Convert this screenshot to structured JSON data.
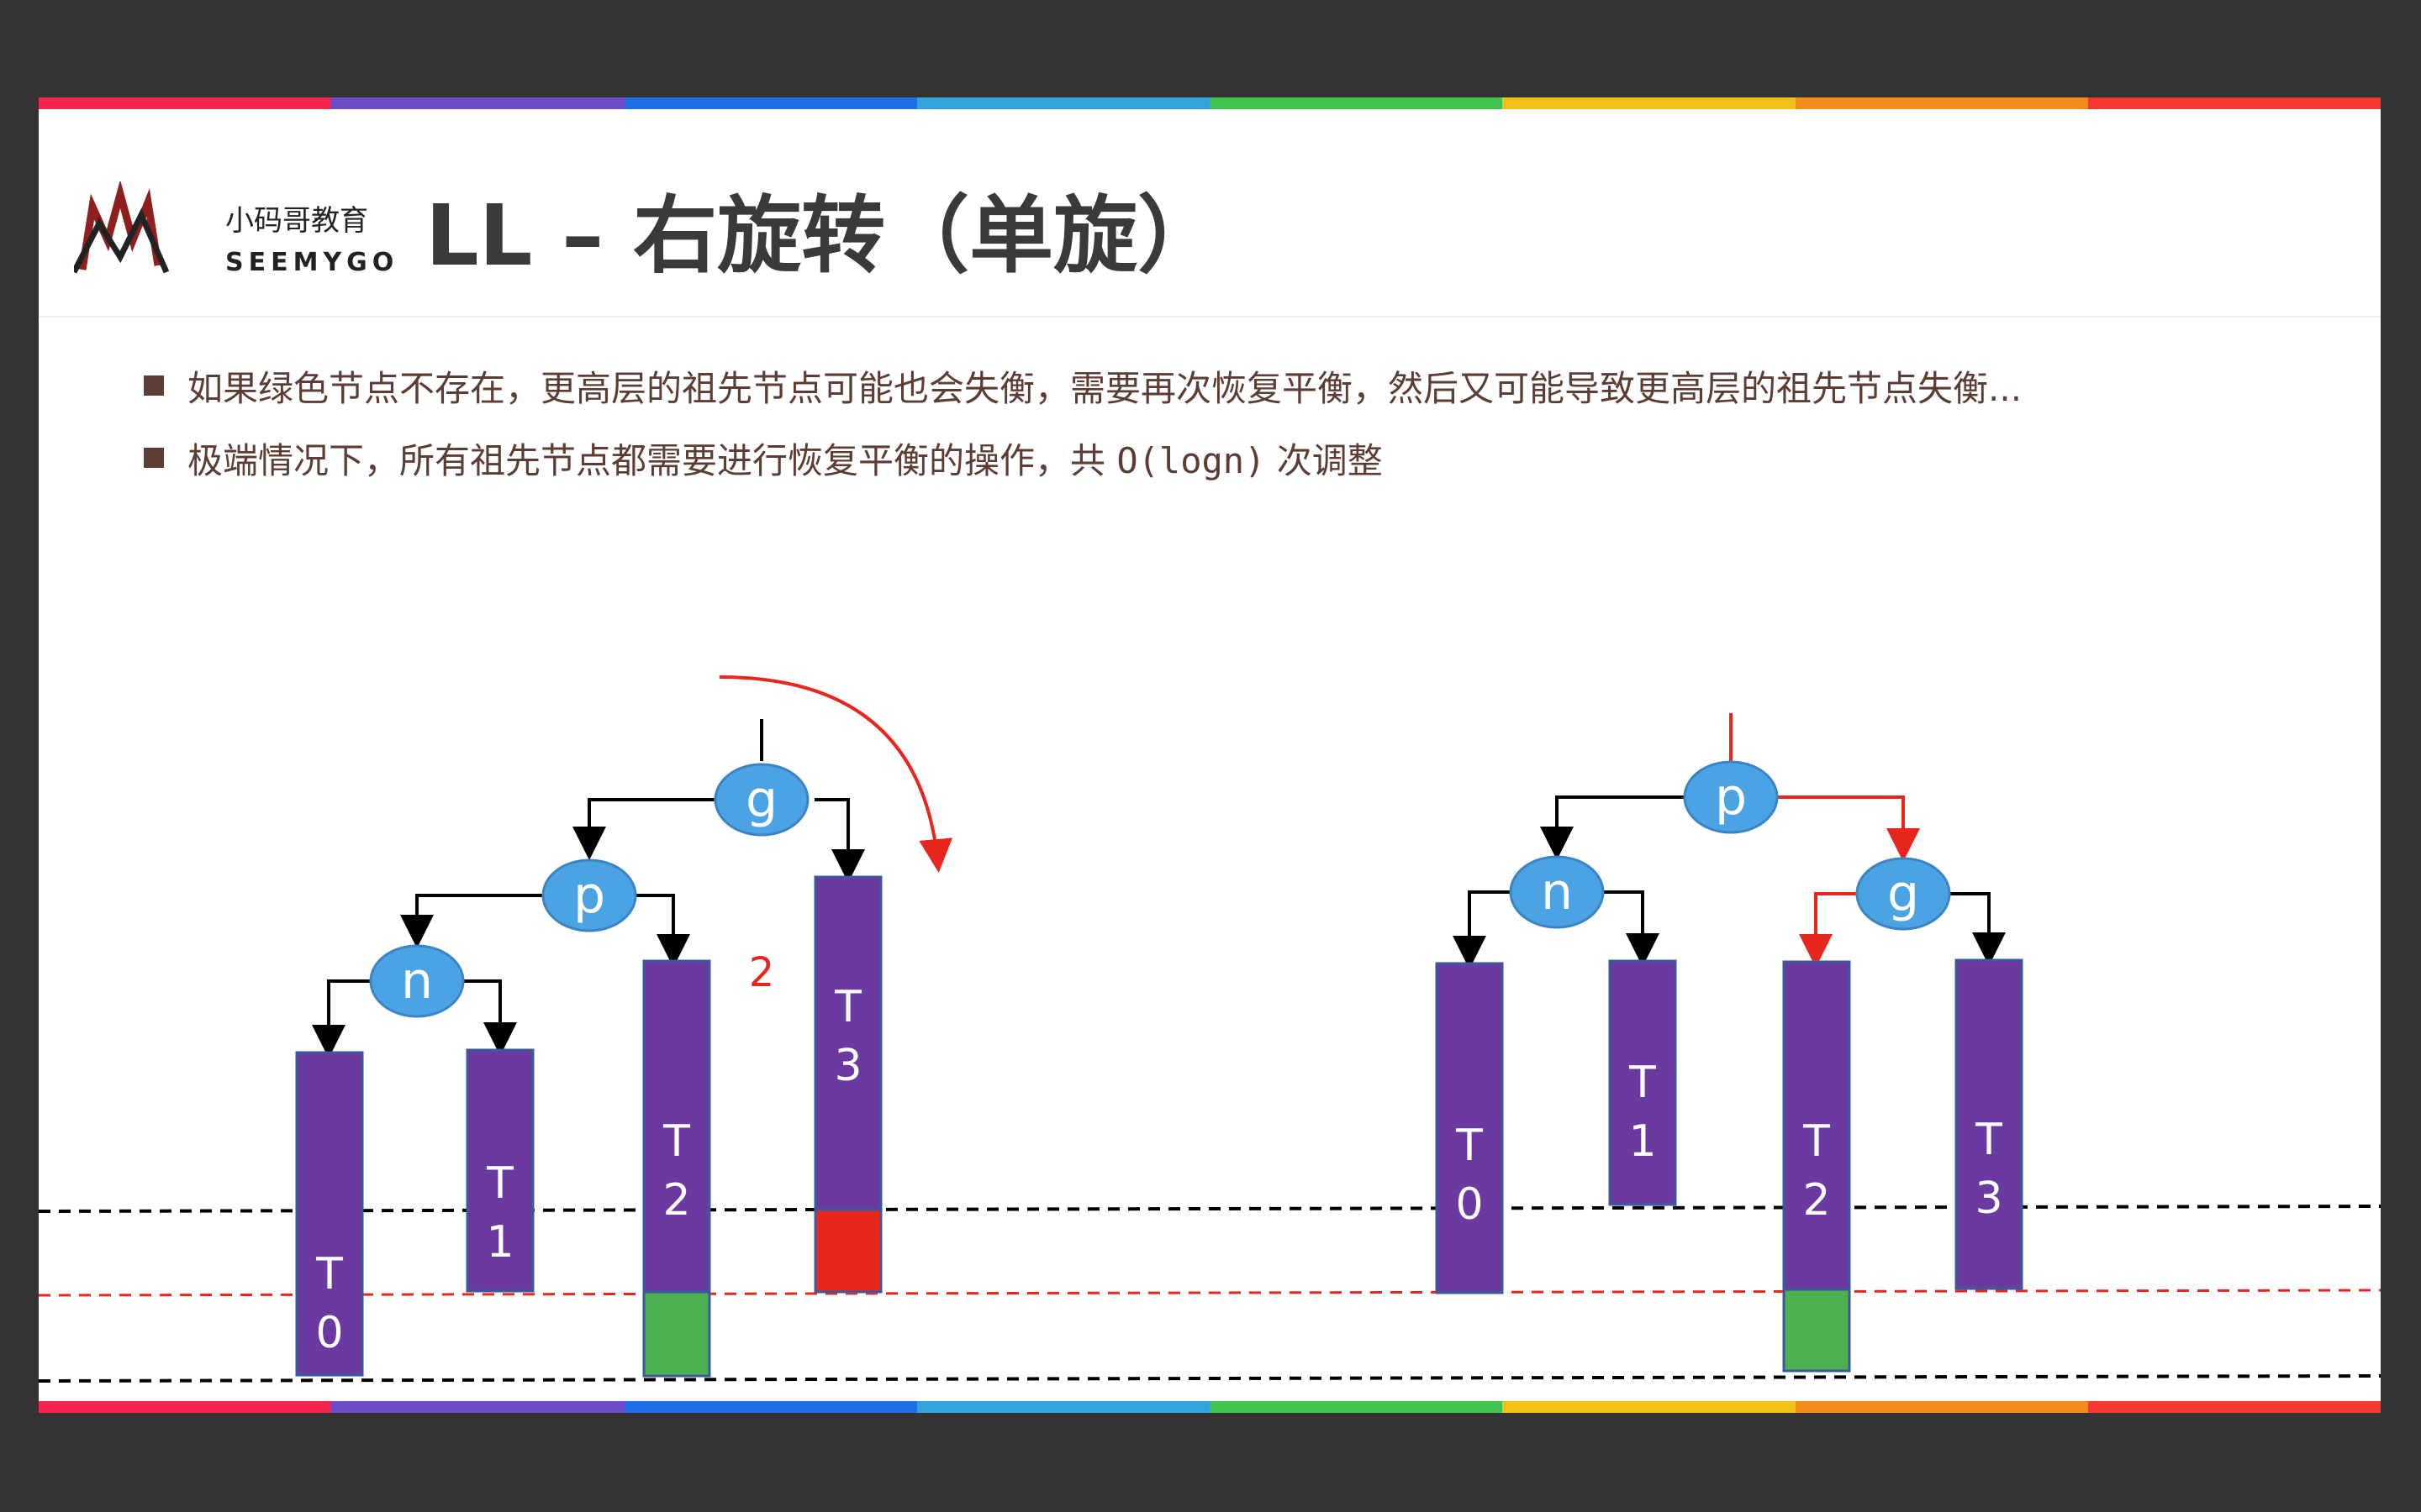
{
  "logo": {
    "cn_text": "小码哥教育",
    "en_text": "SEEMYGO"
  },
  "title": "LL – 右旋转（单旋）",
  "bullets": [
    {
      "text": "如果绿色节点不存在，更高层的祖先节点可能也会失衡，需要再次恢复平衡，然后又可能导致更高层的祖先节点失衡..."
    },
    {
      "text_before": "极端情况下，所有祖先节点都需要进行恢复平衡的操作，共 ",
      "code": "O(logn)",
      "text_after": " 次调整"
    }
  ],
  "diagram": {
    "left_tree": {
      "nodes": [
        "g",
        "p",
        "n"
      ],
      "subtrees": [
        "T0",
        "T1",
        "T2",
        "T3"
      ],
      "balance_factor": "2"
    },
    "right_tree": {
      "nodes": [
        "p",
        "n",
        "g"
      ],
      "subtrees": [
        "T0",
        "T1",
        "T2",
        "T3"
      ]
    },
    "colors": {
      "node": "#4ba3e3",
      "subtree": "#6a3aa0",
      "added_node": "#4caf50",
      "imbalance": "#e8261e",
      "arrow": "#e8261e"
    }
  },
  "stripe_colors": [
    "#f4264e",
    "#6b4cc9",
    "#1e6ee8",
    "#33a3dc",
    "#40c450",
    "#f2c21b",
    "#f48c1b",
    "#f43a30"
  ]
}
